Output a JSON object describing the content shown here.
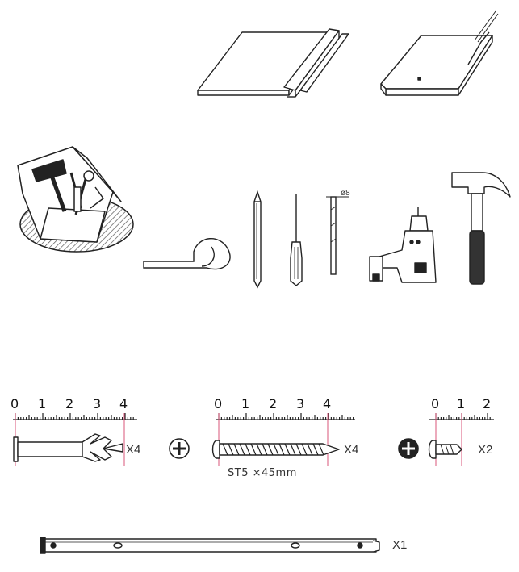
{
  "rulers": {
    "anchor": {
      "ticks": [
        "0",
        "1",
        "2",
        "3",
        "4"
      ]
    },
    "screw": {
      "ticks": [
        "0",
        "1",
        "2",
        "3",
        "4"
      ]
    },
    "small_screw": {
      "ticks": [
        "0",
        "1",
        "2"
      ]
    }
  },
  "parts": {
    "anchor_qty": "X4",
    "screw_qty": "X4",
    "screw_spec": "ST5 ×45mm",
    "small_screw_qty": "X2",
    "rail_qty": "X1"
  },
  "tools": {
    "drill_bit_label": "ø8"
  },
  "colors": {
    "line": "#222222",
    "ruler_marker": "#d9557a",
    "toolbox_hatch": "#555555"
  }
}
